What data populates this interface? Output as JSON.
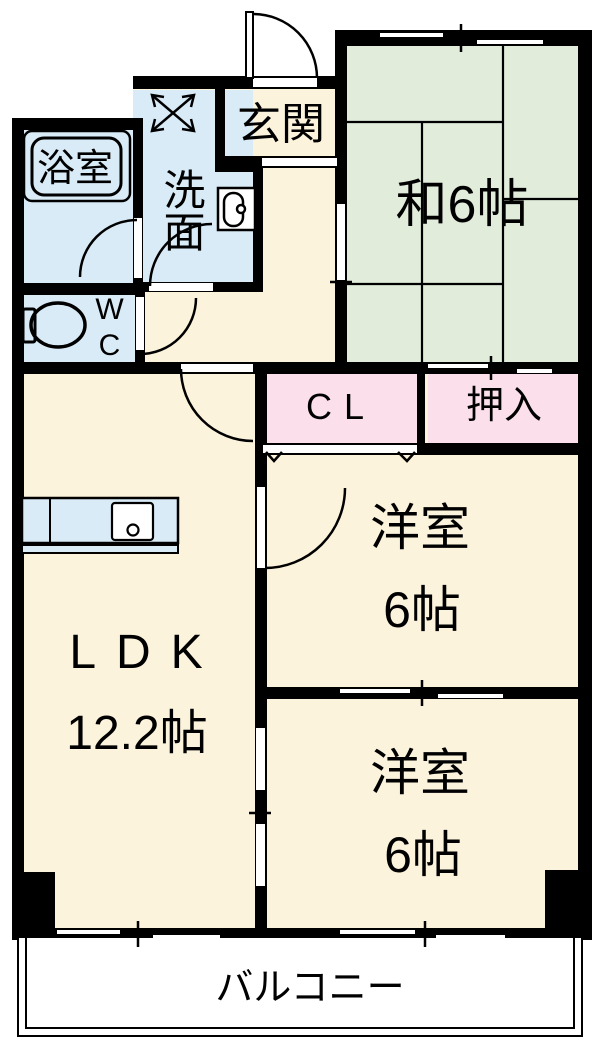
{
  "rooms": {
    "genkan": {
      "label": "玄関"
    },
    "washitsu": {
      "label": "和6帖"
    },
    "bathroom": {
      "label": "浴室"
    },
    "senmen": {
      "label": "洗面"
    },
    "wc": {
      "label": "WC"
    },
    "cl": {
      "label": "CL"
    },
    "oshiire": {
      "label": "押入"
    },
    "yoshitsu_upper": {
      "label": "洋室",
      "size": "6帖"
    },
    "yoshitsu_lower": {
      "label": "洋室",
      "size": "6帖"
    },
    "ldk": {
      "label": "LDK",
      "size": "12.2帖"
    },
    "balcony": {
      "label": "バルコニー"
    }
  },
  "colors": {
    "wall": "#000000",
    "floor": "#FCF3DC",
    "tatami": "#E1ECDB",
    "water": "#D9EBF7",
    "closet": "#FBDFEB"
  }
}
